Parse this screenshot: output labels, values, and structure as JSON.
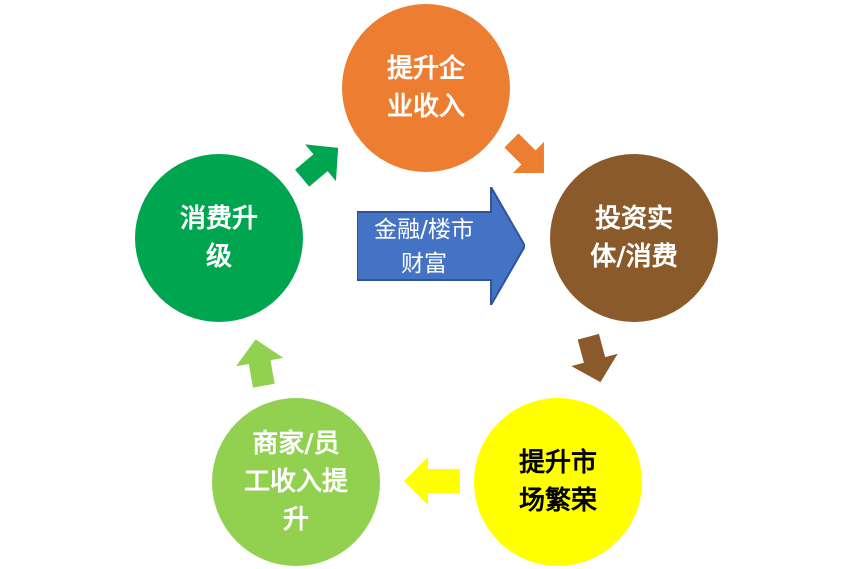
{
  "diagram": {
    "nodes": [
      {
        "id": "top",
        "label": "提升企\n业收入",
        "color": "#ED7D31",
        "text_color": "#ffffff"
      },
      {
        "id": "right",
        "label": "投资实\n体/消费",
        "color": "#8B5A2B",
        "text_color": "#ffffff"
      },
      {
        "id": "bottom_right",
        "label": "提升市\n场繁荣",
        "color": "#FFFF00",
        "text_color": "#000000"
      },
      {
        "id": "bottom_left",
        "label": "商家/员\n工收入提\n升",
        "color": "#92D050",
        "text_color": "#ffffff"
      },
      {
        "id": "left",
        "label": "消费升\n级",
        "color": "#00A550",
        "text_color": "#ffffff"
      }
    ],
    "center": {
      "label": "金融/楼市\n财富",
      "color": "#4472C4"
    },
    "arrows": [
      {
        "from": "top",
        "to": "right",
        "color": "#ED7D31"
      },
      {
        "from": "right",
        "to": "bottom_right",
        "color": "#8B5A2B"
      },
      {
        "from": "bottom_right",
        "to": "bottom_left",
        "color": "#FFFF00"
      },
      {
        "from": "bottom_left",
        "to": "left",
        "color": "#92D050"
      },
      {
        "from": "left",
        "to": "top",
        "color": "#00A550"
      }
    ]
  }
}
